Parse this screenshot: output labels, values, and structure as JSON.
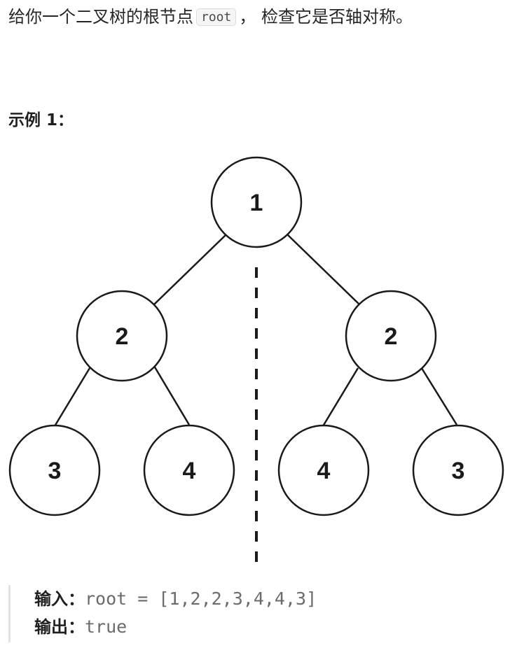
{
  "intro": {
    "before": "给你一个二叉树的根节点",
    "code": "root",
    "after": "， 检查它是否轴对称。"
  },
  "example": {
    "heading": "示例 1：",
    "input_label": "输入：",
    "input_value": "root = [1,2,2,3,4,4,3]",
    "output_label": "输出：",
    "output_value": "true"
  },
  "tree": {
    "nodes": [
      "1",
      "2",
      "2",
      "3",
      "4",
      "4",
      "3"
    ]
  }
}
